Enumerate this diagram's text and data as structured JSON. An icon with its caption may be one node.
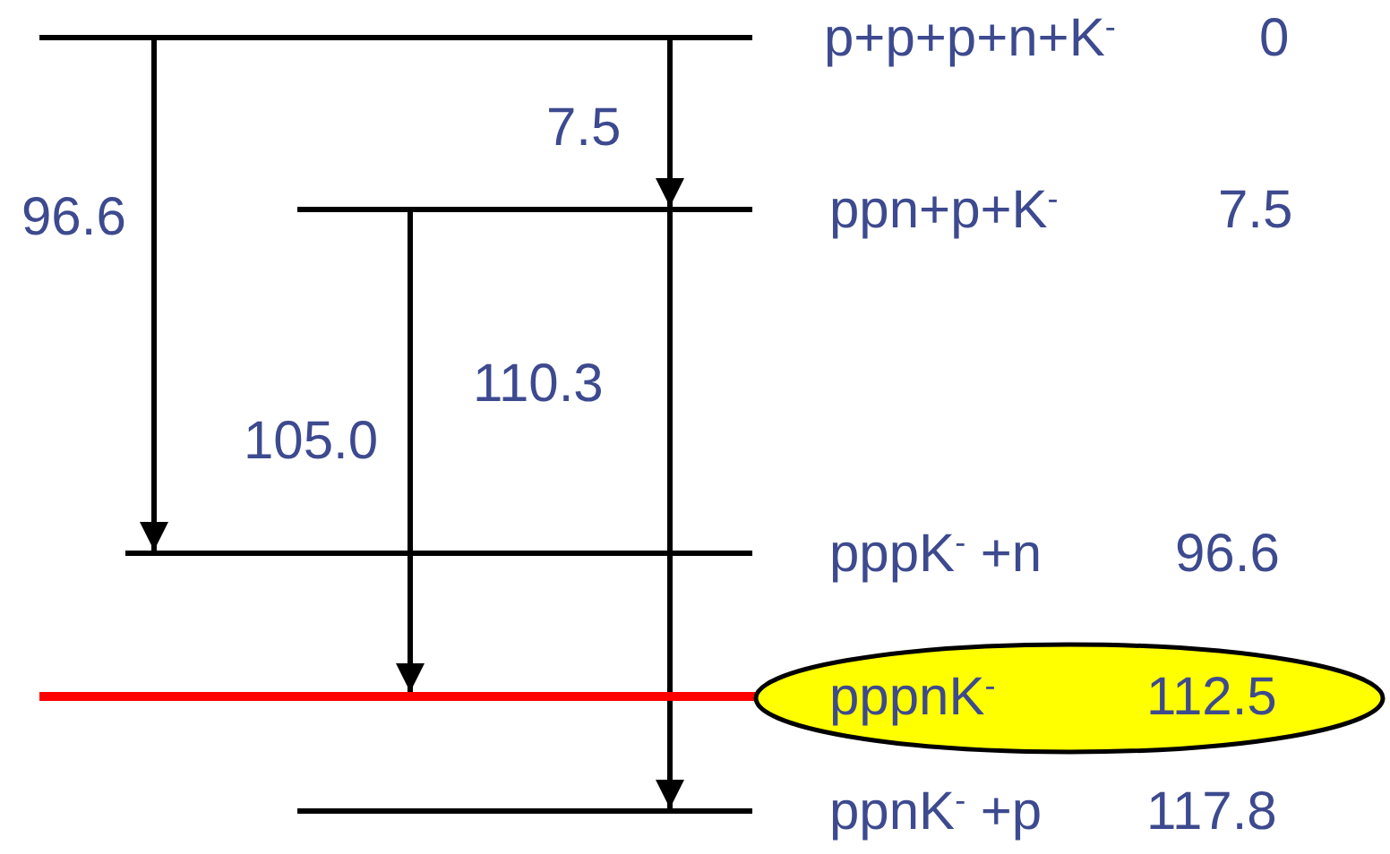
{
  "diagram": {
    "nodes": [
      {
        "text": [],
        "shape": "bar"
      },
      {
        "text": [],
        "shape": "bar"
      },
      {
        "text": [],
        "shape": "bar"
      },
      {
        "text": [],
        "shape": "bar"
      },
      {
        "text": [
          "pppnK$^{-}$",
          "112.5"
        ]
      },
      {
        "text": [],
        "shape": "bar"
      }
    ],
    "edges": [
      {
        "from": 0,
        "to": 2,
        "arrow": "to",
        "label": "96.6"
      },
      {
        "from": 0,
        "to": 1,
        "arrow": "to",
        "label": "7.5"
      },
      {
        "from": 1,
        "to": 3,
        "arrow": "to",
        "label": "105.0"
      },
      {
        "from": 1,
        "to": 5,
        "arrow": "to",
        "label": "110.3"
      }
    ],
    "labels": [
      "p+p+p+n+K$^{-}$",
      "0",
      "ppn+p+K$^{-}$",
      "7.5",
      "pppK$^{-}$ +n",
      "96.6",
      "ppnK$^{-}$ +p",
      "117.8"
    ]
  }
}
